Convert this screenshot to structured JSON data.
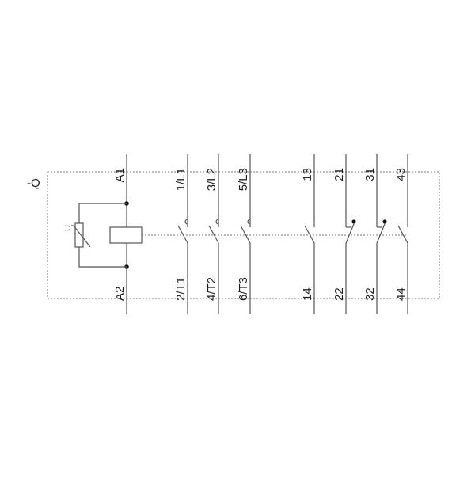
{
  "device_label": "-Q",
  "coil": {
    "top": "A1",
    "bottom": "A2",
    "varistor_symbol": "U"
  },
  "main_contacts": [
    {
      "top": "1/L1",
      "bottom": "2/T1"
    },
    {
      "top": "3/L2",
      "bottom": "4/T2"
    },
    {
      "top": "5/L3",
      "bottom": "6/T3"
    }
  ],
  "aux_contacts": [
    {
      "top": "13",
      "bottom": "14",
      "type": "NO"
    },
    {
      "top": "21",
      "bottom": "22",
      "type": "NC"
    },
    {
      "top": "31",
      "bottom": "32",
      "type": "NC"
    },
    {
      "top": "43",
      "bottom": "44",
      "type": "NO"
    }
  ]
}
